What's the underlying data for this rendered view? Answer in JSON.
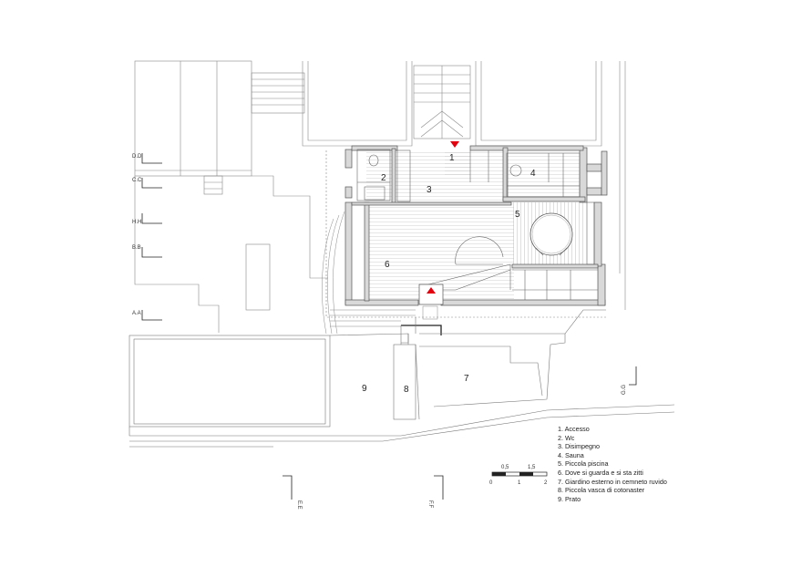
{
  "legend": [
    "1. Accesso",
    "2. Wc",
    "3. Disimpegno",
    "4. Sauna",
    "5. Piccola piscina",
    "6. Dove si guarda e si sta zitti",
    "7. Giardino esterno in cemneto ruvido",
    "8. Piccola vasca di cotonaster",
    "9. Prato"
  ],
  "rooms": [
    "1",
    "2",
    "3",
    "4",
    "5",
    "6",
    "7",
    "8",
    "9"
  ],
  "sections": {
    "dd": "D.D",
    "cc": "C.C",
    "hh": "H.H",
    "bb": "B.B",
    "aa": "A.A",
    "gg": "G.G",
    "ee": "E.E",
    "ff": "F.F"
  },
  "scale": {
    "top_labels": [
      "0,5",
      "1,5"
    ],
    "bottom_labels": [
      "0",
      "1",
      "2"
    ]
  },
  "colors": {
    "wall_fill": "#d9d9d9",
    "line": "#555555",
    "wood_hatch": "#c8c8c8",
    "arrow": "#e3000f"
  }
}
